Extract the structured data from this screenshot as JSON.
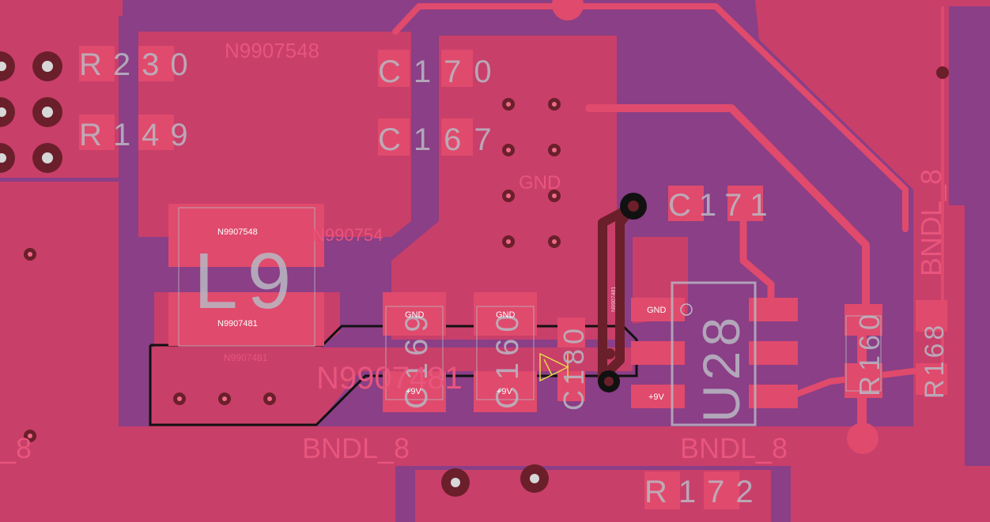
{
  "components": {
    "r230": "R230",
    "r149": "R149",
    "c170": "C170",
    "c167": "C167",
    "c171": "C171",
    "l9": "L9",
    "u28": "U28",
    "r160": "R160",
    "r168": "R168",
    "r172": "R172",
    "c160": "C160",
    "c169": "C169",
    "c180": "C180"
  },
  "nets": {
    "n9907548_top": "N9907548",
    "n9907548_l9": "N9907548",
    "n9907548_partial": "N990754",
    "n9907481_l9": "N9907481",
    "n9907481_faint": "N9907481",
    "n9907481_big": "N9907481",
    "n9907481_vertical": "N9907481",
    "gnd_big": "GND",
    "bndl8_left": "BNDL_8",
    "bndl8_mid": "BNDL_8",
    "bndl8_right": "BNDL_8",
    "bndl8_leftedge": "_8"
  },
  "pads": {
    "gnd_c169": "GND",
    "gnd_c160": "GND",
    "v9_c169": "+9V",
    "v9_c160": "+9V",
    "gnd_u28": "GND",
    "v9_u28": "+9V"
  },
  "colors": {
    "board": "#8a3f86",
    "copper": "#c83f6a",
    "pad": "#e04a6c",
    "silkscreen": "#b9b9c4",
    "via": "#6b1f2a",
    "outline": "#111111"
  }
}
